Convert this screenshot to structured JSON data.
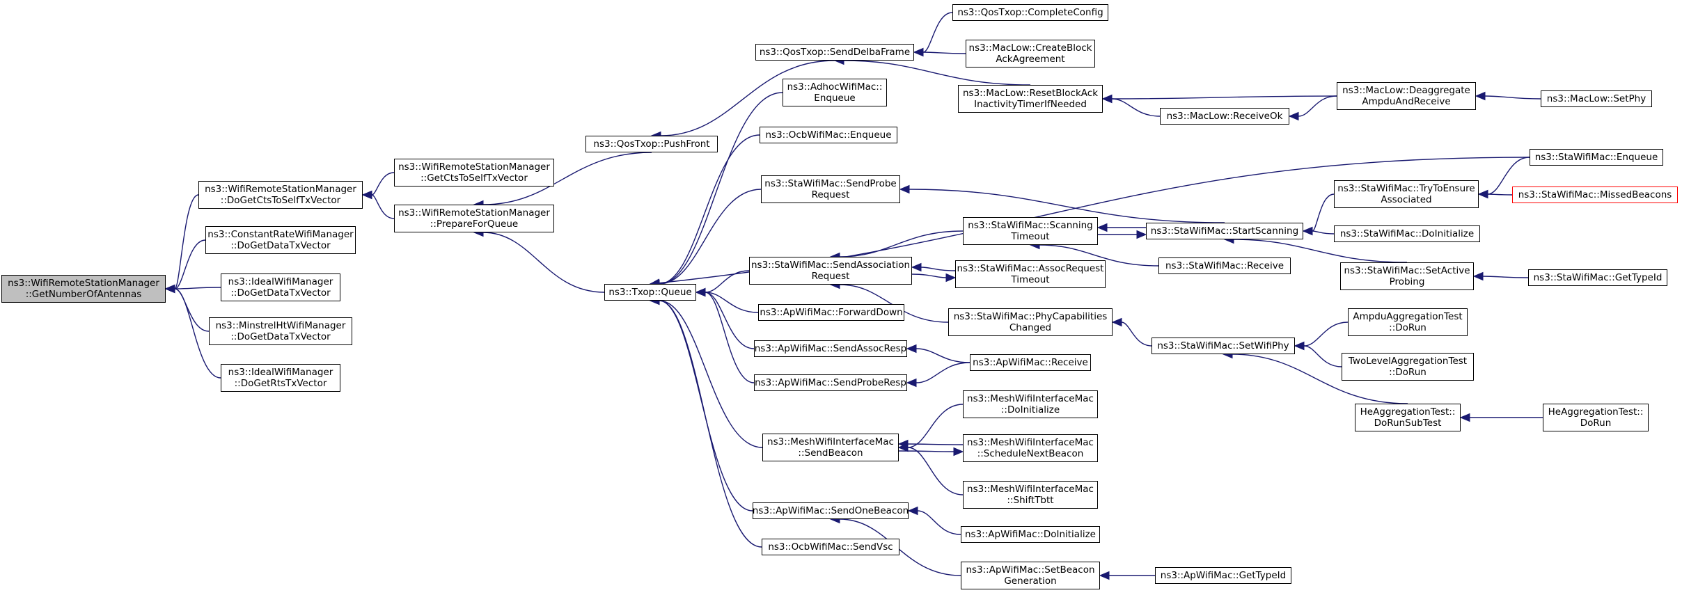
{
  "colors": {
    "edge": "#191970",
    "node_border": "#000000",
    "node_fill": "#ffffff",
    "root_fill": "#bfbfbf",
    "truncated_border": "#ff0000"
  },
  "nodes": {
    "root": [
      "ns3::WifiRemoteStationManager",
      "::GetNumberOfAntennas"
    ],
    "doGetCtsToSelf": [
      "ns3::WifiRemoteStationManager",
      "::DoGetCtsToSelfTxVector"
    ],
    "constRate": [
      "ns3::ConstantRateWifiManager",
      "::DoGetDataTxVector"
    ],
    "idealData": [
      "ns3::IdealWifiManager",
      "::DoGetDataTxVector"
    ],
    "minstrel": [
      "ns3::MinstrelHtWifiManager",
      "::DoGetDataTxVector"
    ],
    "idealRts": [
      "ns3::IdealWifiManager",
      "::DoGetRtsTxVector"
    ],
    "getCtsToSelf": [
      "ns3::WifiRemoteStationManager",
      "::GetCtsToSelfTxVector"
    ],
    "prepareForQueue": [
      "ns3::WifiRemoteStationManager",
      "::PrepareForQueue"
    ],
    "pushFront": [
      "ns3::QosTxop::PushFront"
    ],
    "txopQueue": [
      "ns3::Txop::Queue"
    ],
    "sendDelba": [
      "ns3::QosTxop::SendDelbaFrame"
    ],
    "adhocEnq": [
      "ns3::AdhocWifiMac::",
      "Enqueue"
    ],
    "ocbEnq": [
      "ns3::OcbWifiMac::Enqueue"
    ],
    "staProbe": [
      "ns3::StaWifiMac::SendProbe",
      "Request"
    ],
    "staAssoc": [
      "ns3::StaWifiMac::SendAssociation",
      "Request"
    ],
    "apFwd": [
      "ns3::ApWifiMac::ForwardDown"
    ],
    "apAssocResp": [
      "ns3::ApWifiMac::SendAssocResp"
    ],
    "apProbeResp": [
      "ns3::ApWifiMac::SendProbeResp"
    ],
    "meshBeacon": [
      "ns3::MeshWifiInterfaceMac",
      "::SendBeacon"
    ],
    "apOneBeacon": [
      "ns3::ApWifiMac::SendOneBeacon"
    ],
    "ocbVsc": [
      "ns3::OcbWifiMac::SendVsc"
    ],
    "completeConfig": [
      "ns3::QosTxop::CompleteConfig"
    ],
    "createBlockAck": [
      "ns3::MacLow::CreateBlock",
      "AckAgreement"
    ],
    "resetBlockAck": [
      "ns3::MacLow::ResetBlockAck",
      "InactivityTimerIfNeeded"
    ],
    "receiveOk": [
      "ns3::MacLow::ReceiveOk"
    ],
    "deaggregate": [
      "ns3::MacLow::Deaggregate",
      "AmpduAndReceive"
    ],
    "setPhy": [
      "ns3::MacLow::SetPhy"
    ],
    "staEnqueue": [
      "ns3::StaWifiMac::Enqueue"
    ],
    "scanTimeout": [
      "ns3::StaWifiMac::Scanning",
      "Timeout"
    ],
    "startScanning": [
      "ns3::StaWifiMac::StartScanning"
    ],
    "staReceive": [
      "ns3::StaWifiMac::Receive"
    ],
    "assocTimeout": [
      "ns3::StaWifiMac::AssocRequest",
      "Timeout"
    ],
    "phyCap": [
      "ns3::StaWifiMac::PhyCapabilities",
      "Changed"
    ],
    "setWifiPhy": [
      "ns3::StaWifiMac::SetWifiPhy"
    ],
    "tryEnsure": [
      "ns3::StaWifiMac::TryToEnsure",
      "Associated"
    ],
    "missedBeacons": [
      "ns3::StaWifiMac::MissedBeacons"
    ],
    "staDoInit": [
      "ns3::StaWifiMac::DoInitialize"
    ],
    "setActiveProbing": [
      "ns3::StaWifiMac::SetActive",
      "Probing"
    ],
    "staGetTypeId": [
      "ns3::StaWifiMac::GetTypeId"
    ],
    "apReceive": [
      "ns3::ApWifiMac::Receive"
    ],
    "meshDoInit": [
      "ns3::MeshWifiInterfaceMac",
      "::DoInitialize"
    ],
    "meshSchedule": [
      "ns3::MeshWifiInterfaceMac",
      "::ScheduleNextBeacon"
    ],
    "meshShift": [
      "ns3::MeshWifiInterfaceMac",
      "::ShiftTbtt"
    ],
    "apDoInit": [
      "ns3::ApWifiMac::DoInitialize"
    ],
    "apSetBeacon": [
      "ns3::ApWifiMac::SetBeacon",
      "Generation"
    ],
    "apGetTypeId": [
      "ns3::ApWifiMac::GetTypeId"
    ],
    "ampduTest": [
      "AmpduAggregationTest",
      "::DoRun"
    ],
    "twoLevelTest": [
      "TwoLevelAggregationTest",
      "::DoRun"
    ],
    "heRunSub": [
      "HeAggregationTest::",
      "DoRunSubTest"
    ],
    "heDoRun": [
      "HeAggregationTest::",
      "DoRun"
    ]
  }
}
